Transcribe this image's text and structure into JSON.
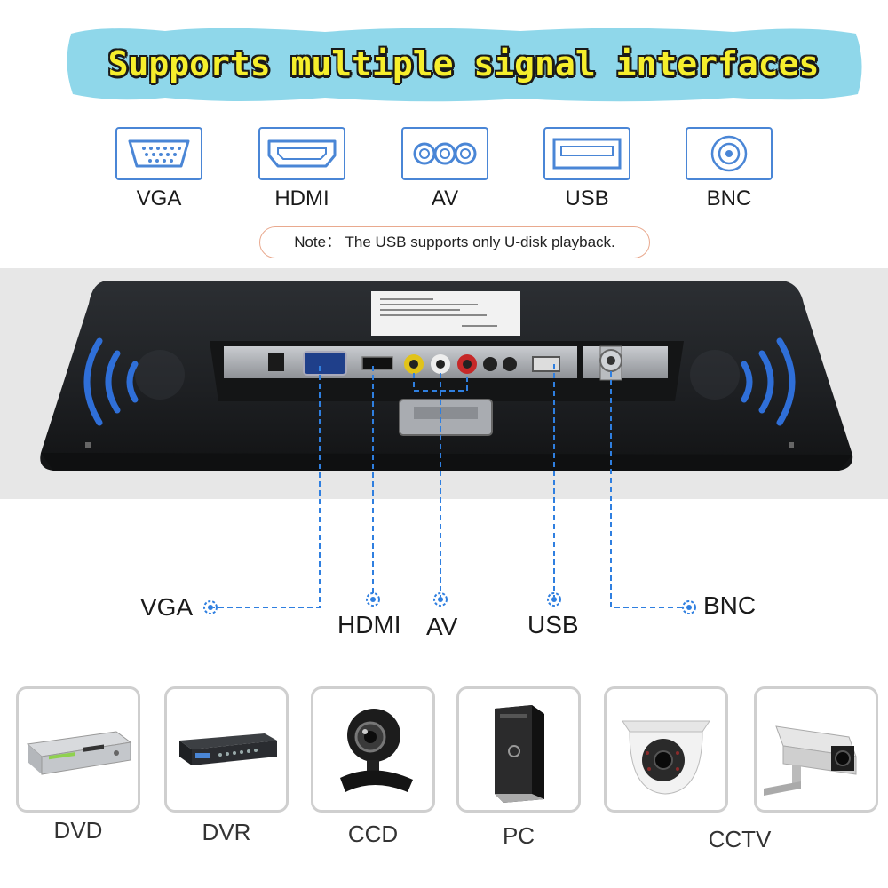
{
  "title": "Supports multiple signal interfaces",
  "interfaces": [
    {
      "label": "VGA",
      "icon": "vga-port-icon"
    },
    {
      "label": "HDMI",
      "icon": "hdmi-port-icon"
    },
    {
      "label": "AV",
      "icon": "av-port-icon"
    },
    {
      "label": "USB",
      "icon": "usb-port-icon"
    },
    {
      "label": "BNC",
      "icon": "bnc-port-icon"
    }
  ],
  "note": "Note： The USB supports only U-disk playback.",
  "ports": {
    "vga": "VGA",
    "hdmi": "HDMI",
    "av": "AV",
    "usb": "USB",
    "bnc": "BNC"
  },
  "devices": [
    {
      "label": "DVD",
      "icon": "dvd-player-icon"
    },
    {
      "label": "DVR",
      "icon": "dvr-recorder-icon"
    },
    {
      "label": "CCD",
      "icon": "webcam-icon"
    },
    {
      "label": "PC",
      "icon": "pc-tower-icon"
    },
    {
      "label": "CCTV",
      "icon": "dome-camera-icon"
    },
    {
      "label": "",
      "icon": "bullet-camera-icon"
    }
  ],
  "colors": {
    "accent": "#4a86d6",
    "banner": "#8fd7ea",
    "title": "#f6ee2c",
    "connector": "#2f7fe0"
  }
}
